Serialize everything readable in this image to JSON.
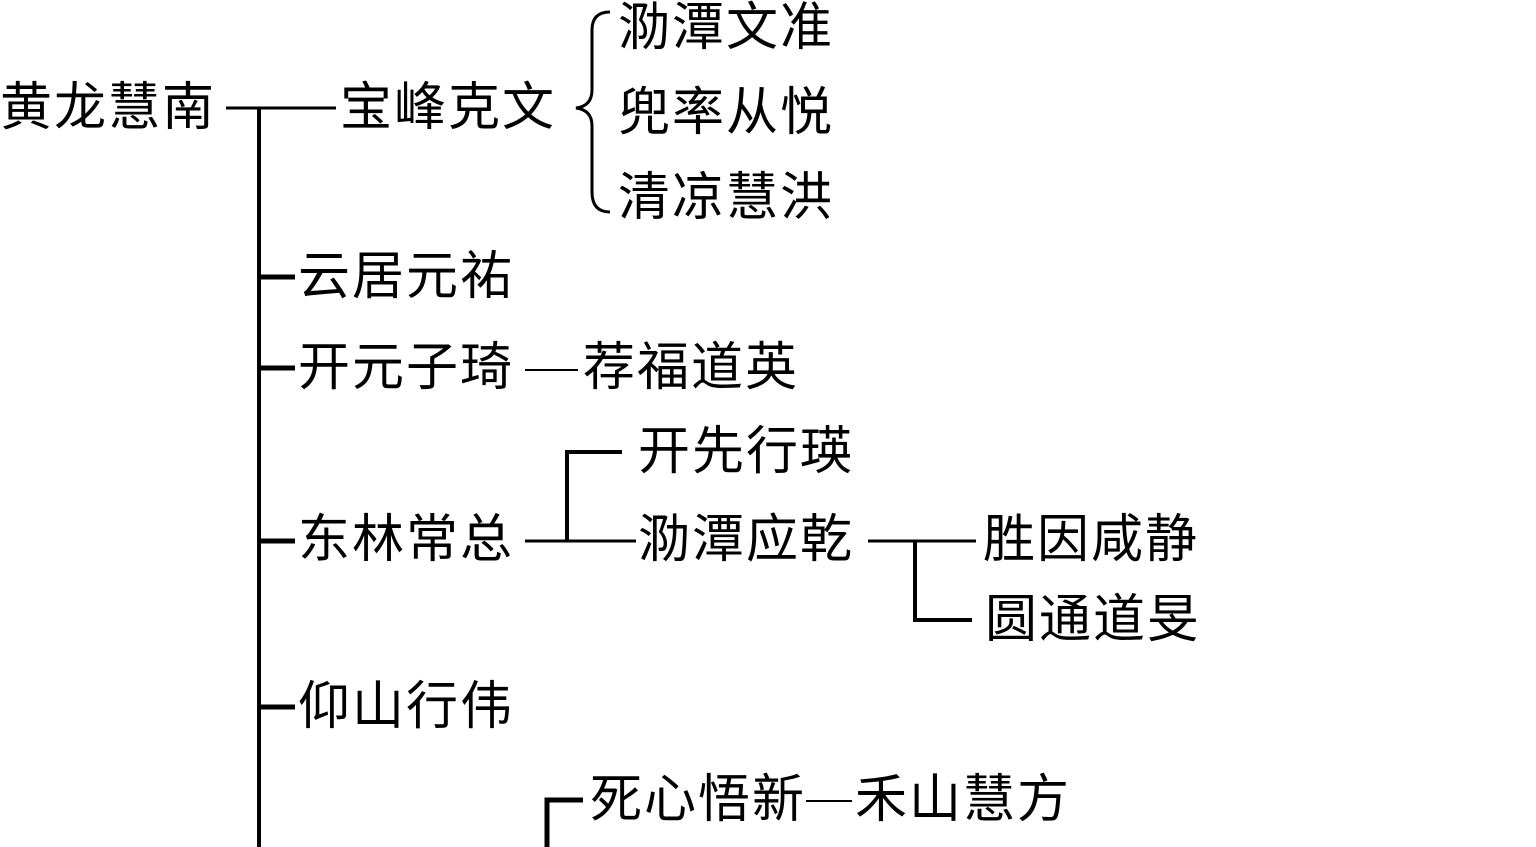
{
  "root": "黄龙慧南",
  "nodes": {
    "baofeng_kewen": "宝峰克文",
    "letan_wenzhun": "泐潭文准",
    "doushuai_congyue": "兜率从悦",
    "qingliang_huihong": "清凉慧洪",
    "yunju_yuanyou": "云居元祐",
    "kaiyuan_ziqi": "开元子琦",
    "jianfu_daoying": "荐福道英",
    "kaixian_xingying": "开先行瑛",
    "donglin_changzong": "东林常总",
    "letan_yingqian": "泐潭应乾",
    "shengyin_xianjing": "胜因咸静",
    "yuantong_daomin": "圆通道旻",
    "yangshan_xingwei": "仰山行伟",
    "sixin_wuxin": "死心悟新",
    "heshan_huifang": "禾山慧方"
  },
  "colors": {
    "line": "#000000",
    "text": "#000000",
    "background": "#ffffff"
  }
}
